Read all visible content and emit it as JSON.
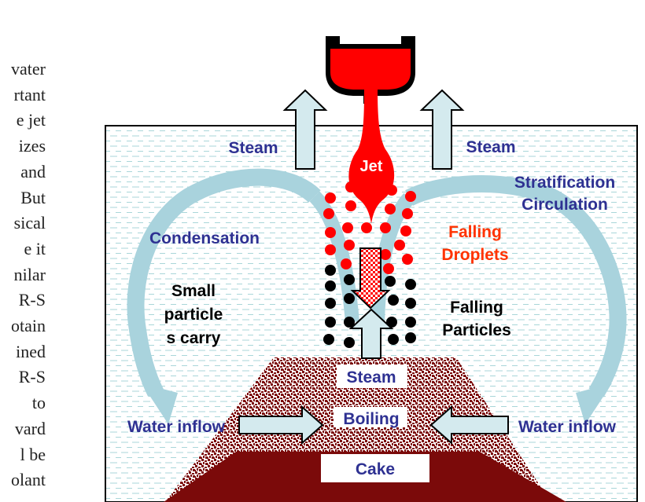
{
  "side_text": [
    "vater",
    "rtant",
    "e jet",
    "izes",
    "and",
    "But",
    "sical",
    "e it",
    "nilar",
    "R-S",
    "otain",
    "ined",
    "R-S",
    "to",
    "vard",
    "l be",
    "olant"
  ],
  "labels": {
    "steam_left": "Steam",
    "steam_right": "Steam",
    "jet": "Jet",
    "stratification": "Stratification",
    "circulation": "Circulation",
    "condensation": "Condensation",
    "falling_droplets_1": "Falling",
    "falling_droplets_2": "Droplets",
    "small_particles_1": "Small",
    "small_particles_2": "particle",
    "small_particles_3": "s carry",
    "falling_particles_1": "Falling",
    "falling_particles_2": "Particles",
    "steam_center": "Steam",
    "boiling": "Boiling",
    "water_inflow_left": "Water inflow",
    "water_inflow_right": "Water inflow",
    "cake": "Cake"
  },
  "colors": {
    "label_blue": "#2e3192",
    "label_orange": "#ff3300",
    "label_black": "#000000",
    "jet_red": "#ff0000",
    "melt_dark": "#7b0a0a",
    "arrow_fill": "#d4eaee",
    "circulation_arrow": "#a9d3dd"
  }
}
